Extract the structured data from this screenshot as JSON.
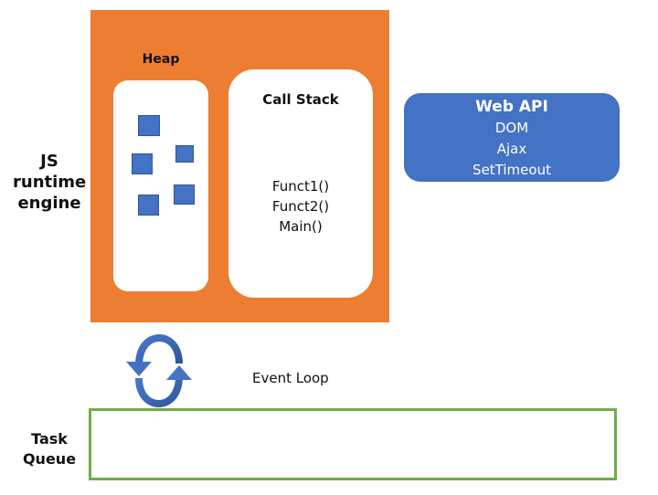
{
  "engine": {
    "label_lines": [
      "JS",
      "runtime",
      "engine"
    ],
    "color": "#ED7D31"
  },
  "heap": {
    "title": "Heap",
    "object_count": 5,
    "object_color": "#4472C4"
  },
  "call_stack": {
    "title": "Call Stack",
    "items": [
      "Funct1()",
      "Funct2()",
      "Main()"
    ]
  },
  "web_api": {
    "title": "Web API",
    "items": [
      "DOM",
      "Ajax",
      "SetTimeout"
    ],
    "color": "#4472C4"
  },
  "event_loop": {
    "label": "Event Loop",
    "icon": "circular-arrows-icon"
  },
  "task_queue": {
    "label_lines": [
      "Task",
      "Queue"
    ],
    "border_color": "#70AD47"
  }
}
